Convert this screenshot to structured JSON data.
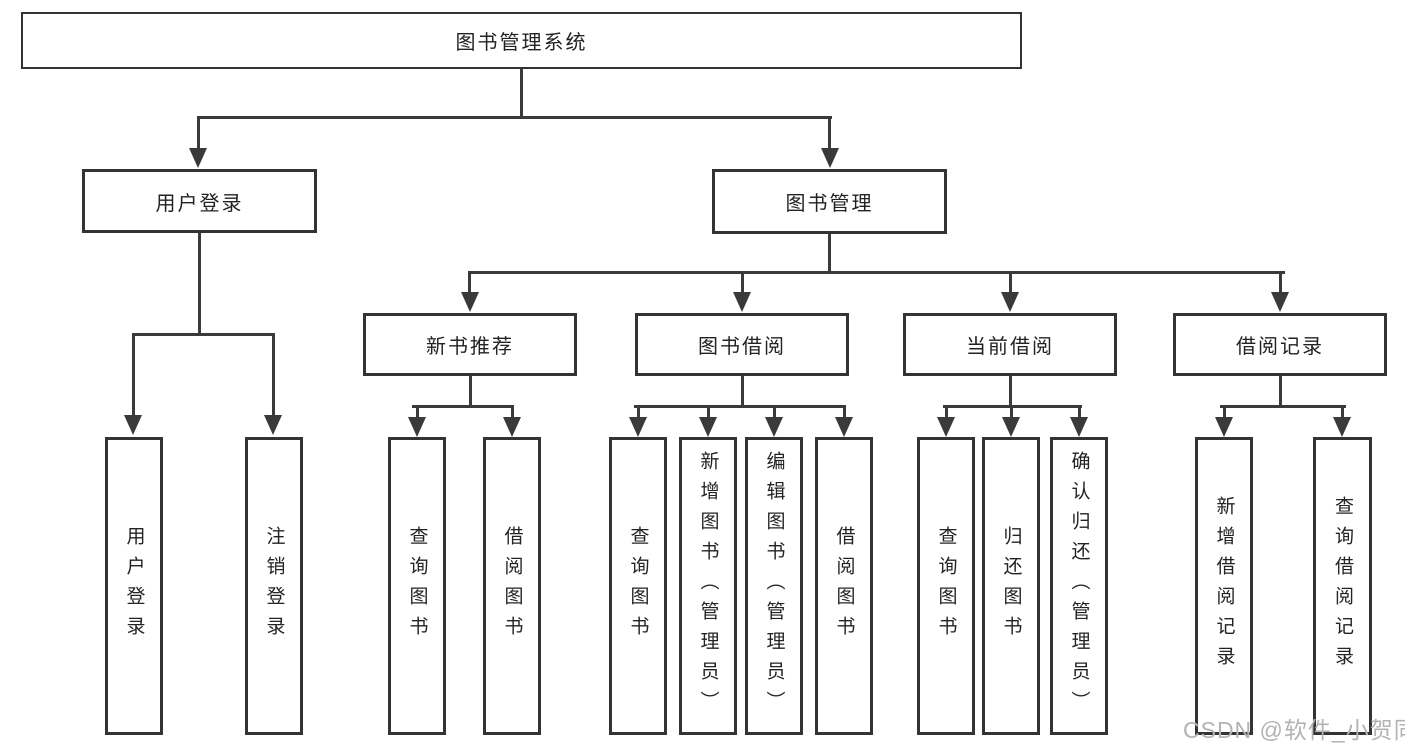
{
  "diagram": {
    "title": "图书管理系统",
    "nodes": {
      "root": "图书管理系统",
      "user_login": "用户登录",
      "book_management": "图书管理",
      "new_book_recommend": "新书推荐",
      "book_borrowing": "图书借阅",
      "current_borrowing": "当前借阅",
      "borrow_records": "借阅记录",
      "leaf_user_login": "用户登录",
      "leaf_logout": "注销登录",
      "leaf_query_books_a": "查询图书",
      "leaf_borrow_books_a": "借阅图书",
      "leaf_query_books_b": "查询图书",
      "leaf_add_books": "新增图书（管理员）",
      "leaf_edit_books": "编辑图书（管理员）",
      "leaf_borrow_books_b": "借阅图书",
      "leaf_query_books_c": "查询图书",
      "leaf_return_books": "归还图书",
      "leaf_confirm_return": "确认归还（管理员）",
      "leaf_add_borrow_record": "新增借阅记录",
      "leaf_query_borrow_record": "查询借阅记录"
    }
  },
  "watermark": "CSDN @软件_小贺同学",
  "colors": {
    "line": "#3a3a3a",
    "border": "#333333",
    "text": "#232323",
    "watermark": "#b3b3b3",
    "background": "#ffffff"
  }
}
